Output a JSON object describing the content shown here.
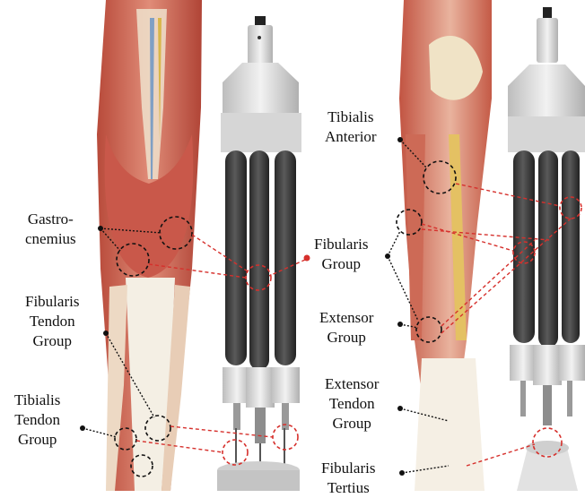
{
  "labels": {
    "gastrocnemius": "Gastro-\ncnemius",
    "fibularis_tendon_group": "Fibularis\nTendon\nGroup",
    "tibialis_tendon_group": "Tibialis\nTendon\nGroup",
    "tibialis_anterior": "Tibialis\nAnterior",
    "fibularis_group": "Fibularis\nGroup",
    "extensor_group": "Extensor\nGroup",
    "extensor_tendon_group": "Extensor\nTendon\nGroup",
    "fibularis_tertius": "Fibularis\nTertius"
  },
  "colors": {
    "connector": "#d6302c",
    "leader": "#111111",
    "muscle": "#c8604c",
    "muscle_light": "#e5a593",
    "tendon": "#f1eadc",
    "actuator_dark": "#3b3b3b",
    "actuator_light": "#d9d9d9"
  },
  "icons": {
    "left_figure": "posterior-leg-illustration",
    "right_figure": "anterior-leg-illustration",
    "actuators": "artificial-muscle-actuator-rig"
  }
}
